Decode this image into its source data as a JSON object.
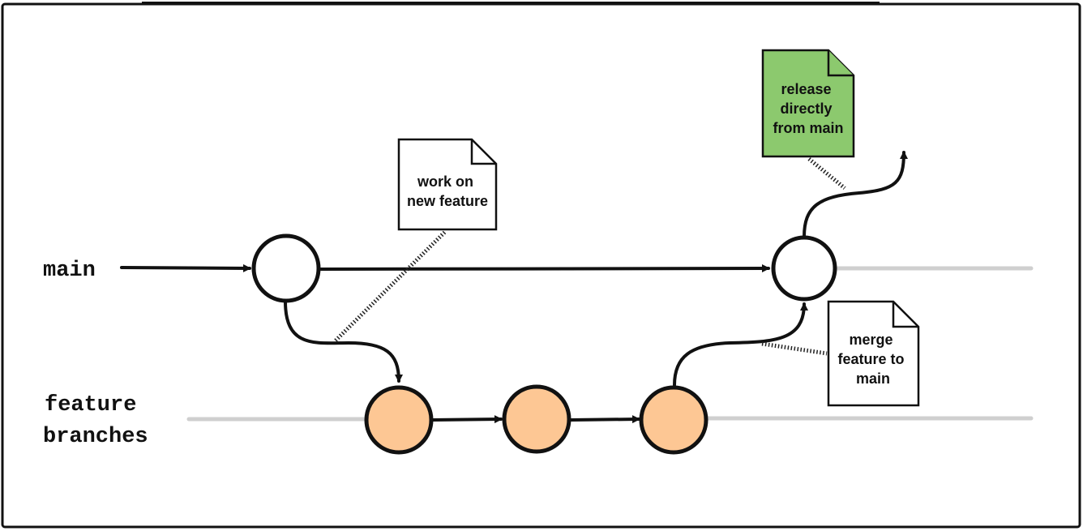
{
  "lanes": {
    "main": "main",
    "feature_line1": "feature",
    "feature_line2": "branches"
  },
  "notes": {
    "work": [
      "work on",
      "new feature"
    ],
    "merge": [
      "merge",
      "feature to",
      "main"
    ],
    "release": [
      "release",
      "directly",
      "from main"
    ]
  },
  "colors": {
    "main_commit": "#ffffff",
    "feature_commit": "#fdc794",
    "note_paper": "#ffffff",
    "release_note": "#8cc96e",
    "ink": "#111111",
    "lane": "#cfcfcf"
  }
}
